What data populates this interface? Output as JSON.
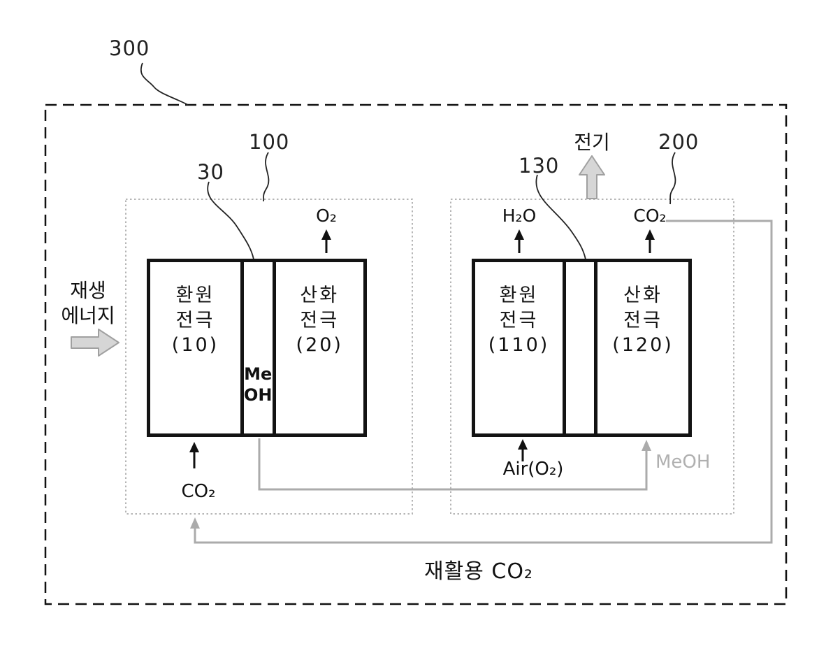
{
  "refs": {
    "system": "300",
    "left_device": "100",
    "left_membrane": "30",
    "right_device": "200",
    "right_membrane": "130"
  },
  "labels": {
    "electricity": "전기",
    "renewable_line1": "재생",
    "renewable_line2": "에너지",
    "recycled_co2": "재활용 CO₂",
    "meoh_transfer": "MeOH"
  },
  "left_device": {
    "reduction_line1": "환원",
    "reduction_line2": "전극",
    "reduction_ref": "(10)",
    "oxidation_line1": "산화",
    "oxidation_line2": "전극",
    "oxidation_ref": "(20)",
    "membrane_line1": "Me",
    "membrane_line2": "OH",
    "o2_out": "O₂",
    "co2_in": "CO₂"
  },
  "right_device": {
    "reduction_line1": "환원",
    "reduction_line2": "전극",
    "reduction_ref": "(110)",
    "oxidation_line1": "산화",
    "oxidation_line2": "전극",
    "oxidation_ref": "(120)",
    "h2o_out": "H₂O",
    "co2_out": "CO₂",
    "air_in": "Air(O₂)"
  },
  "colors": {
    "line_black": "#1a1a1a",
    "gray_pipe": "#ababab",
    "gray_box_border": "#b5b5b5",
    "gray_text": "#b0b0b0",
    "block_arrow_fill": "#d6d6d6"
  }
}
